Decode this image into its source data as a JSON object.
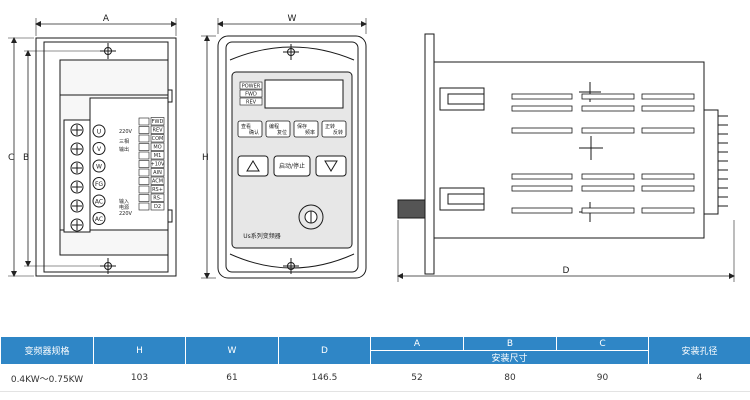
{
  "dimension_labels": {
    "A": "A",
    "W": "W",
    "C": "C",
    "B": "B",
    "H": "H",
    "D": "D"
  },
  "terminals": {
    "left": [
      "U",
      "V",
      "W",
      "FG",
      "AC",
      "AC"
    ],
    "notes": [
      "220V",
      "三相",
      "输出",
      "输入",
      "电源",
      "220V"
    ],
    "right": [
      "FWD",
      "REV",
      "COM",
      "MO",
      "M1",
      "+10V",
      "AIN",
      "ACM",
      "RS+",
      "RS-",
      "D2"
    ]
  },
  "panel": {
    "indicators": [
      "POWER",
      "FWD",
      "REV"
    ],
    "keys": [
      "查看 确认",
      "编程 复位",
      "保存 频率",
      "正转 反转"
    ],
    "keys_top": [
      "查看",
      "编程",
      "保存",
      "正转"
    ],
    "keys_bottom": [
      "确认",
      "复位",
      "频率",
      "反转"
    ],
    "run_stop": "启动/停止",
    "series_label": "Us系列变频器"
  },
  "table": {
    "headers": {
      "model": "变频器规格",
      "h": "H",
      "w": "W",
      "d": "D",
      "a": "A",
      "b": "B",
      "c": "C",
      "mount_size": "安装尺寸",
      "hole": "安装孔径"
    },
    "row": {
      "model": "0.4KW～0.75KW",
      "h": "103",
      "w": "61",
      "d": "146.5",
      "a": "52",
      "b": "80",
      "c": "90",
      "hole": "4"
    }
  },
  "colors": {
    "header_blue": "#2f86c6",
    "line": "#1a1a1a",
    "panel_face": "#e7e7e7"
  }
}
